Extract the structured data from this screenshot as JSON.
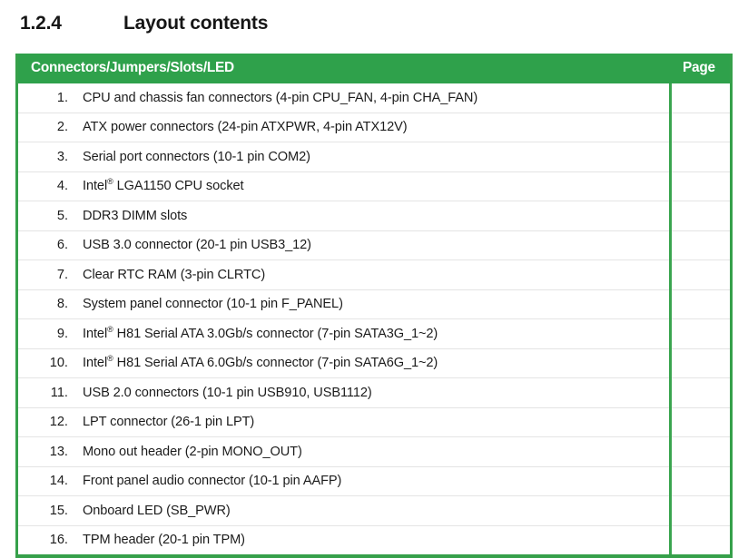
{
  "section": {
    "number": "1.2.4",
    "title": "Layout contents"
  },
  "table": {
    "headers": {
      "description": "Connectors/Jumpers/Slots/LED",
      "page": "Page"
    },
    "colors": {
      "header_background": "#2fa14b",
      "border": "#36a04a",
      "row_separator": "#e4e4e4",
      "text": "#1c1c1c"
    },
    "rows": [
      {
        "index": "1.",
        "text_before": "CPU and chassis fan connectors (4-pin CPU_FAN, 4-pin CHA_FAN)",
        "mark": "",
        "text_after": "",
        "page": ""
      },
      {
        "index": "2.",
        "text_before": "ATX power connectors (24-pin ATXPWR, 4-pin ATX12V)",
        "mark": "",
        "text_after": "",
        "page": ""
      },
      {
        "index": "3.",
        "text_before": "Serial port connectors (10-1 pin COM2)",
        "mark": "",
        "text_after": "",
        "page": ""
      },
      {
        "index": "4.",
        "text_before": "Intel",
        "mark": "®",
        "text_after": " LGA1150 CPU socket",
        "page": ""
      },
      {
        "index": "5.",
        "text_before": "DDR3 DIMM slots",
        "mark": "",
        "text_after": "",
        "page": ""
      },
      {
        "index": "6.",
        "text_before": "USB 3.0 connector (20-1 pin USB3_12)",
        "mark": "",
        "text_after": "",
        "page": ""
      },
      {
        "index": "7.",
        "text_before": "Clear RTC RAM (3-pin CLRTC)",
        "mark": "",
        "text_after": "",
        "page": ""
      },
      {
        "index": "8.",
        "text_before": "System panel connector (10-1 pin F_PANEL)",
        "mark": "",
        "text_after": "",
        "page": ""
      },
      {
        "index": "9.",
        "text_before": "Intel",
        "mark": "®",
        "text_after": " H81 Serial ATA 3.0Gb/s connector (7-pin SATA3G_1~2)",
        "page": ""
      },
      {
        "index": "10.",
        "text_before": "Intel",
        "mark": "®",
        "text_after": " H81 Serial ATA 6.0Gb/s connector (7-pin SATA6G_1~2)",
        "page": ""
      },
      {
        "index": "11.",
        "text_before": "USB 2.0 connectors (10-1 pin USB910, USB1112)",
        "mark": "",
        "text_after": "",
        "page": ""
      },
      {
        "index": "12.",
        "text_before": "LPT connector (26-1 pin LPT)",
        "mark": "",
        "text_after": "",
        "page": ""
      },
      {
        "index": "13.",
        "text_before": "Mono out header (2-pin MONO_OUT)",
        "mark": "",
        "text_after": "",
        "page": ""
      },
      {
        "index": "14.",
        "text_before": "Front panel audio connector (10-1 pin AAFP)",
        "mark": "",
        "text_after": "",
        "page": ""
      },
      {
        "index": "15.",
        "text_before": "Onboard LED (SB_PWR)",
        "mark": "",
        "text_after": "",
        "page": ""
      },
      {
        "index": "16.",
        "text_before": "TPM header (20-1 pin TPM)",
        "mark": "",
        "text_after": "",
        "page": ""
      }
    ]
  }
}
